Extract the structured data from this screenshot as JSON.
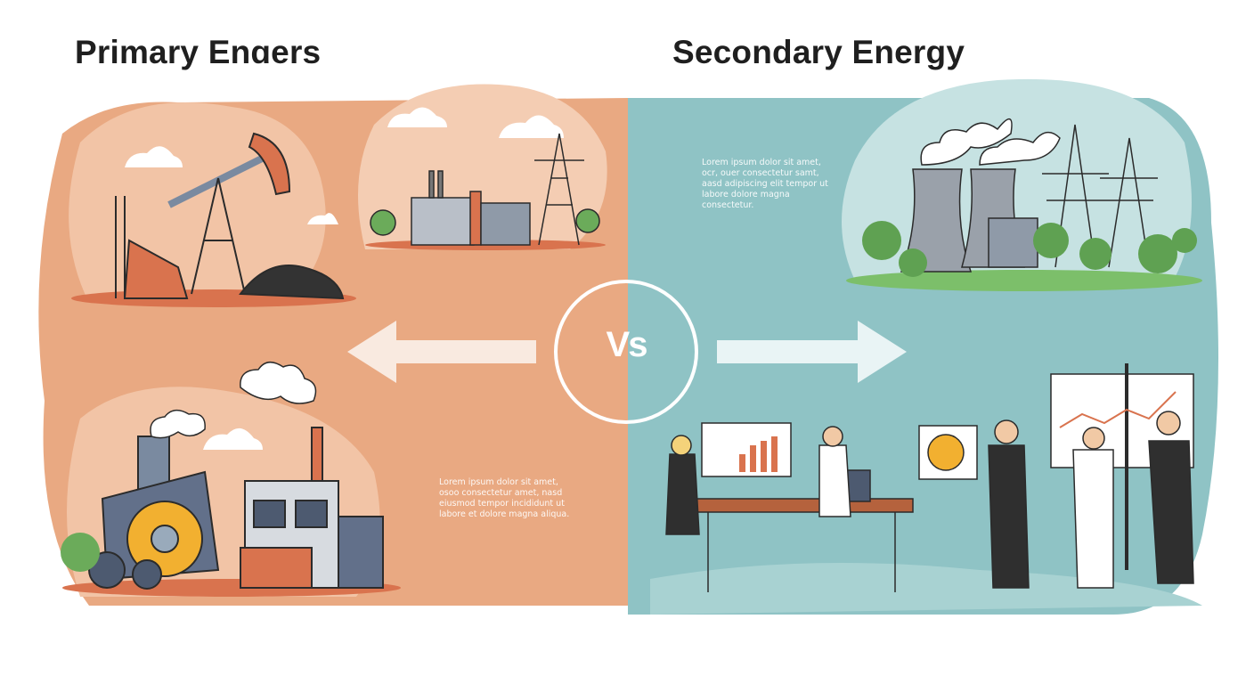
{
  "left": {
    "title": "Primary Enɑers",
    "lorem": "Lorem ipsum dolor sit amet, osoo consectetur amet, nasd eiusmod tempor incididunt ut labore et dolore magna aliqua.",
    "panel_color": "#e9a982"
  },
  "right": {
    "title": "Secondary Energy",
    "lorem": "Lorem ipsum dolor sit amet, ocr, ouer consectetur samt, aasd adipiscing elit tempor ut labore dolore magna consectetur.",
    "panel_color": "#8fc3c5"
  },
  "center": {
    "label": "Vs"
  },
  "colors": {
    "accent_left": "#d9734e",
    "accent_right": "#8fc3c5",
    "outline": "#2b2b2b"
  }
}
